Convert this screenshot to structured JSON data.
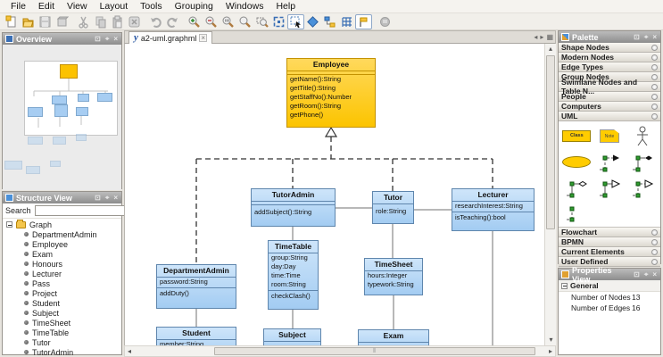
{
  "menus": [
    "File",
    "Edit",
    "View",
    "Layout",
    "Tools",
    "Grouping",
    "Windows",
    "Help"
  ],
  "toolbar": {
    "icons": [
      "new-document",
      "open",
      "save",
      "export",
      "cut",
      "copy",
      "paste",
      "delete",
      "undo",
      "redo",
      "zoom-in",
      "zoom-out",
      "zoom-actual-size",
      "zoom-fit",
      "zoom-area",
      "fit-content",
      "marquee-selection",
      "navigation-mode",
      "hierarchic-layout",
      "grid",
      "snap-lines",
      "print"
    ]
  },
  "tab": {
    "title": "a2-uml.graphml"
  },
  "overview": {
    "title": "Overview"
  },
  "structure": {
    "title": "Structure View",
    "search_label": "Search",
    "root": "Graph",
    "items": [
      "DepartmentAdmin",
      "Employee",
      "Exam",
      "Honours",
      "Lecturer",
      "Pass",
      "Project",
      "Student",
      "Subject",
      "TimeSheet",
      "TimeTable",
      "Tutor",
      "TutorAdmin"
    ]
  },
  "palette": {
    "title": "Palette",
    "sections": [
      "Shape Nodes",
      "Modern Nodes",
      "Edge Types",
      "Group Nodes",
      "Swimlane Nodes and Table N...",
      "People",
      "Computers",
      "UML"
    ],
    "sections_after": [
      "Flowchart",
      "BPMN",
      "Current Elements",
      "User Defined"
    ],
    "uml": {
      "class_label": "Class",
      "note_label": "Note"
    }
  },
  "properties": {
    "title": "Properties View",
    "group": "General",
    "rows": [
      {
        "label": "Number of Nodes",
        "value": "13"
      },
      {
        "label": "Number of Edges",
        "value": "16"
      }
    ]
  },
  "diagram": {
    "classes": {
      "employee": {
        "name": "Employee",
        "methods": [
          "getName():String",
          "getTitle():String",
          "getStaffNo():Number",
          "getRoom():String",
          "getPhone()"
        ]
      },
      "tutorAdmin": {
        "name": "TutorAdmin",
        "methods": [
          "addSubject():String"
        ]
      },
      "tutor": {
        "name": "Tutor",
        "attrs": [
          "role:String"
        ]
      },
      "lecturer": {
        "name": "Lecturer",
        "attrs": [
          "researchInterest:String"
        ],
        "methods": [
          "isTeaching():bool"
        ]
      },
      "departmentAdmin": {
        "name": "DepartmentAdmin",
        "attrs": [
          "password:String"
        ],
        "methods": [
          "addDuty()"
        ]
      },
      "timeTable": {
        "name": "TimeTable",
        "attrs": [
          "group:String",
          "day:Day",
          "time:Time",
          "room:String"
        ],
        "methods": [
          "checkClash()"
        ]
      },
      "timeSheet": {
        "name": "TimeSheet",
        "attrs": [
          "hours:Integer",
          "typework:String"
        ]
      },
      "student": {
        "name": "Student",
        "attrs": [
          "member:String"
        ]
      },
      "subject": {
        "name": "Subject"
      },
      "exam": {
        "name": "Exam"
      }
    },
    "colors": {
      "class_fill": "#A3CCF2",
      "class_border": "#5F86AD",
      "root_fill": "#FCC400",
      "root_border": "#C49200"
    }
  }
}
